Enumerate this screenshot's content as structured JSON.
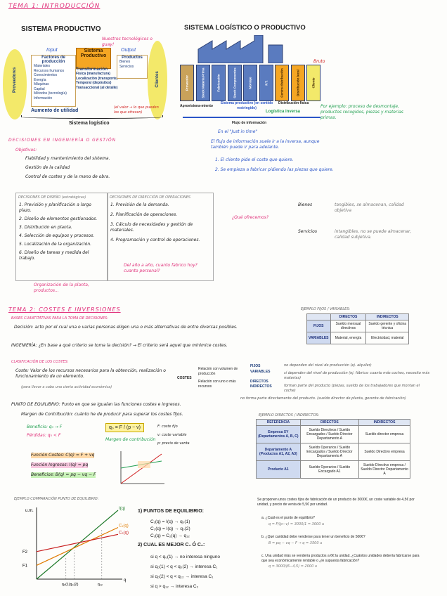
{
  "tema1": {
    "title": "TEMA 1: INTRODUCCIÓN",
    "sp_title": "SISTEMA PRODUCTIVO",
    "input_label": "Input",
    "output_label": "Output",
    "note_tech": "Nuestros tecnológicos o guay!",
    "factores_title": "Factores de producción",
    "factores_items": [
      "Materiales",
      "Recursos humanos",
      "Conocimientos",
      "Energía",
      "Máquinas",
      "Capital",
      "Métodos (tecnología)",
      "Información"
    ],
    "center_title": "Sistema Productivo",
    "transform_title": "Transformación",
    "transform_items": [
      "Física (manufactura)",
      "Localización (transporte)",
      "Temporal (depósitos)",
      "Transaccional (al detalle)"
    ],
    "productos_title": "Productos",
    "productos_items": [
      "Bienes",
      "Servicios"
    ],
    "proveedores": "Proveedores",
    "clientes": "Clientes",
    "aumento": "Aumento de utilidad",
    "aumento_note": "(el valor → lo que pueden los que ofrecen)",
    "sist_logistico": "Sistema logístico",
    "sl_title": "SISTEMA LOGÍSTICO O PRODUCTIVO",
    "chain": [
      "Proveedor",
      "Stock Materia Prima",
      "Fabricación",
      "Stock Componentes",
      "Montaje",
      "P.T.",
      "Centro distribución",
      "Distribución local",
      "Cliente"
    ],
    "aprov": "Aprovisiona-miento",
    "sp_restr": "Sistema productivo (en sentido restringido)",
    "dist_fisica": "Distribución física",
    "log_inversa": "Logística inversa",
    "flujo_info": "Flujo de información",
    "bruto": "Bruto",
    "note_inversa": "Por ejemplo: proceso de desmontaje, productos recogidos, piezas y materias primas.",
    "jit": "En el \"Just in time\"",
    "jit_1": "El flujo de información suele ir a la inversa, aunque también puede ir para adelante.",
    "jit_2": "1. El cliente pide el coste que quiere.",
    "jit_3": "2. Se empieza a fabricar pidiendo las piezas que quiere."
  },
  "decisiones": {
    "title": "DECISIONES EN INGENIERÍA O GESTIÓN",
    "objetivos": "Objetivos:",
    "obj_items": [
      "Fiabilidad y mantenimiento del sistema.",
      "Gestión de la calidad",
      "Control de costes y de la mano de obra."
    ],
    "diseno_title": "DECISIONES DE DISEÑO (estratégicas)",
    "diseno_items": [
      "1. Previsión y planificación a largo plazo.",
      "2. Diseño de elementos gestionados.",
      "3. Distribución en planta.",
      "4. Selección de equipos y procesos.",
      "5. Localización de la organización.",
      "6. Diseño de tareas y medida del trabajo."
    ],
    "direccion_title": "DECISIONES DE DIRECCIÓN DE OPERACIONES",
    "direccion_items": [
      "1. Previsión de la demanda.",
      "2. Planificación de operaciones.",
      "3. Cálculo de necesidades y gestión de materiales.",
      "4. Programación y control de operaciones."
    ],
    "note_org": "Organización de la planta, productos...",
    "note_demanda": "Del año a año, cuanto fabrico hoy? cuanto personal?",
    "que_ofrecemos": "¿Qué ofrecemos?",
    "bienes": "Bienes",
    "bienes_desc": "tangibles, se almacenan, calidad objetiva",
    "servicios": "Servicios",
    "servicios_desc": "intangibles, no se puede almacenar, calidad subjetiva."
  },
  "tema2": {
    "title": "TEMA 2: COSTES E INVERSIONES",
    "bases": "BASES CUANTITATIVAS PARA LA TOMA DE DECISIONES:",
    "decision": "Decisión: acto por el cual una o varias personas eligen una o más alternativas de entre diversas posibles.",
    "ingenieria": "INGENIERÍA: ¿En base a qué criterio se toma la decisión? → El criterio será aquel que minimice costes.",
    "clasif": "CLASIFICACIÓN DE LOS COSTES:",
    "coste_def": "Coste: Valor de los recursos necesarios para la obtención, realización o funcionamiento de un elemento.",
    "coste_note": "(para llevar a cabo una cierta actividad económica)",
    "costes_label": "COSTES",
    "rel_vol": "Relación con volumen de producción",
    "rel_uno": "Relación con uno o más recursos",
    "fijos": "FIJOS",
    "variables": "VARIABLES",
    "directos": "DIRECTOS",
    "indirectos": "INDIRECTOS",
    "fijos_desc": "no dependen del nivel de producción (ej. alquiler)",
    "var_desc": "sí dependen del nivel de producción (ej. fábrica: cuanto más coches, necesito más materias)",
    "dir_desc": "forman parte del producto (piezas, sueldo de los trabajadores que montan el coche)",
    "ind_desc": "no forma parte directamente del producto. (sueldo director de planta, gerente de fabricación)",
    "ejemplo_fv": "EJEMPLO FIJOS / VARIABLES:",
    "fv_headers": [
      "",
      "DIRECTOS",
      "INDIRECTOS"
    ],
    "fv_rows": [
      [
        "FIJOS",
        "Sueldo mensual directivos",
        "Sueldo gerente y oficina técnica"
      ],
      [
        "VARIABLES",
        "Material, energía",
        "Electricidad, material"
      ]
    ],
    "ejemplo_di": "EJEMPLO DIRECTOS / INDIRECTOS:",
    "di_headers": [
      "REFERENCIA",
      "DIRECTOS",
      "INDIRECTOS"
    ],
    "di_rows": [
      [
        "Empresa XY (Departamentos A, B, C)",
        "Sueldo Directivos / Sueldo Encargados / Sueldo Director Departamento A",
        "Sueldo director empresa"
      ],
      [
        "Departamento A (Productos A1, A2, A3)",
        "Sueldo Operarios / Sueldo Encargados / Sueldo Director Departamento A",
        "Sueldo Directivo empresa"
      ],
      [
        "Producto A1",
        "Sueldo Operarios / Sueldo Encargado A1",
        "Sueldo Directivo empresa / Sueldo Director Departamento A"
      ]
    ],
    "punto_eq": "PUNTO DE EQUILIBRIO: Punto en que se igualan las funciones costes e ingresos.",
    "margen": "Margen de Contribución: cuánto he de producir para superar los costes fijos.",
    "beneficio": "Beneficio: q₀ → F",
    "perdidas": "Pérdidas: q₀ < F",
    "formula": "q₀ = F / (p − v)",
    "f_desc": "F: coste fijo",
    "v_desc": "v: coste variable",
    "p_desc": "p: precio de venta",
    "margen_label": "Margen de contribución",
    "fc": "Función Costes: C(q) = F + vq",
    "fi": "Función Ingresos: I(q) = pq",
    "fb": "Beneficios: B(q) = pq − vq − F",
    "chart_label": "EJEMPLO COMPARACIÓN PUNTO DE EQUILIBRIO:",
    "pe_title": "1) PUNTOS DE EQUILIBRIO:",
    "pe_lines": [
      "C₁(q) = I(q) → q₀(1)",
      "C₂(q) = I(q) → q₀(2)",
      "C₁(q) = C₂(q) → q₁₂"
    ],
    "cual_title": "2) CUAL ES MEJOR C₁ Ó C₂:",
    "cual_lines": [
      "si q < q₀(1) → no interesa ninguno",
      "si q₀(1) < q < q₀(2) → interesa C₁",
      "si q₀(2) < q < q₁₂ → interesa C₁",
      "si q > q₁₂ → interesa C₂"
    ],
    "problem_intro": "Se proponen unos costes fijos de fabricación de un producto de 3000€, un coste variable de 4,5€ por unidad, y precio de venta de 5,5€ por unidad.",
    "problem_q": [
      "a. ¿Cuál es el punto de equilibrio?",
      "b. ¿Qué cantidad debe venderse para tener un beneficio de 500€?",
      "c. Una unidad más se vendería productos a 6€ la unidad. ¿Cuántos unidades debería fabricarse para que sea económicamente rentable o ¿le supuesta fabricación?"
    ],
    "problem_a": [
      "q = F/(p−v) = 3000/1 = 3000 u",
      "B = pq − vq − F → q = 3500 u",
      "q = 3000/(6−4,5) = 2000 u"
    ]
  },
  "chart_data": {
    "type": "line",
    "title": "",
    "xlabel": "q",
    "ylabel": "u.m.",
    "x_ticks": [
      "q₀(1)",
      "q₀(2)",
      "q₁₂"
    ],
    "y_ticks": [
      "F1",
      "F2"
    ],
    "series": [
      {
        "name": "I(q)",
        "values": [
          [
            0,
            0
          ],
          [
            10,
            10
          ]
        ],
        "color": "#1e7a2a"
      },
      {
        "name": "C₁(q)",
        "values": [
          [
            0,
            2
          ],
          [
            10,
            7.5
          ]
        ],
        "color": "#e07b00"
      },
      {
        "name": "C₂(q)",
        "values": [
          [
            0,
            4
          ],
          [
            10,
            6.5
          ]
        ],
        "color": "#c81e1e"
      }
    ],
    "xlim": [
      0,
      10
    ],
    "ylim": [
      0,
      10
    ],
    "grid": false
  }
}
